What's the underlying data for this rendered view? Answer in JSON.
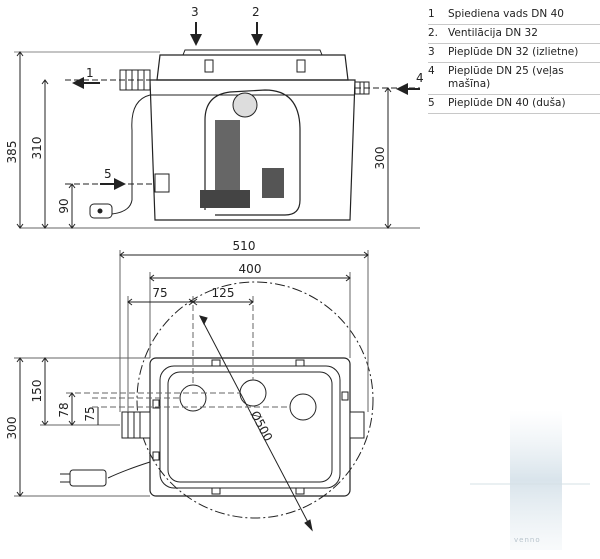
{
  "callouts": {
    "c1": "1",
    "c2": "2",
    "c3": "3",
    "c4": "4",
    "c5": "5"
  },
  "dimensions": {
    "side_385": "385",
    "side_310": "310",
    "side_90": "90",
    "side_300": "300",
    "top_510": "510",
    "top_400": "400",
    "top_75": "75",
    "top_125": "125",
    "top_150": "150",
    "top_78": "78",
    "top_75b": "75",
    "top_300": "300",
    "diameter": "Ø500"
  },
  "legend": [
    {
      "num": "1",
      "text": "Spiediena vads DN 40"
    },
    {
      "num": "2.",
      "text": "Ventilācija DN 32"
    },
    {
      "num": "3",
      "text": "Pieplūde DN 32 (izlietne)"
    },
    {
      "num": "4",
      "text": "Pieplūde DN 25 (veļas mašīna)"
    },
    {
      "num": "5",
      "text": "Pieplūde DN 40 (duša)"
    }
  ],
  "watermark": "venno"
}
